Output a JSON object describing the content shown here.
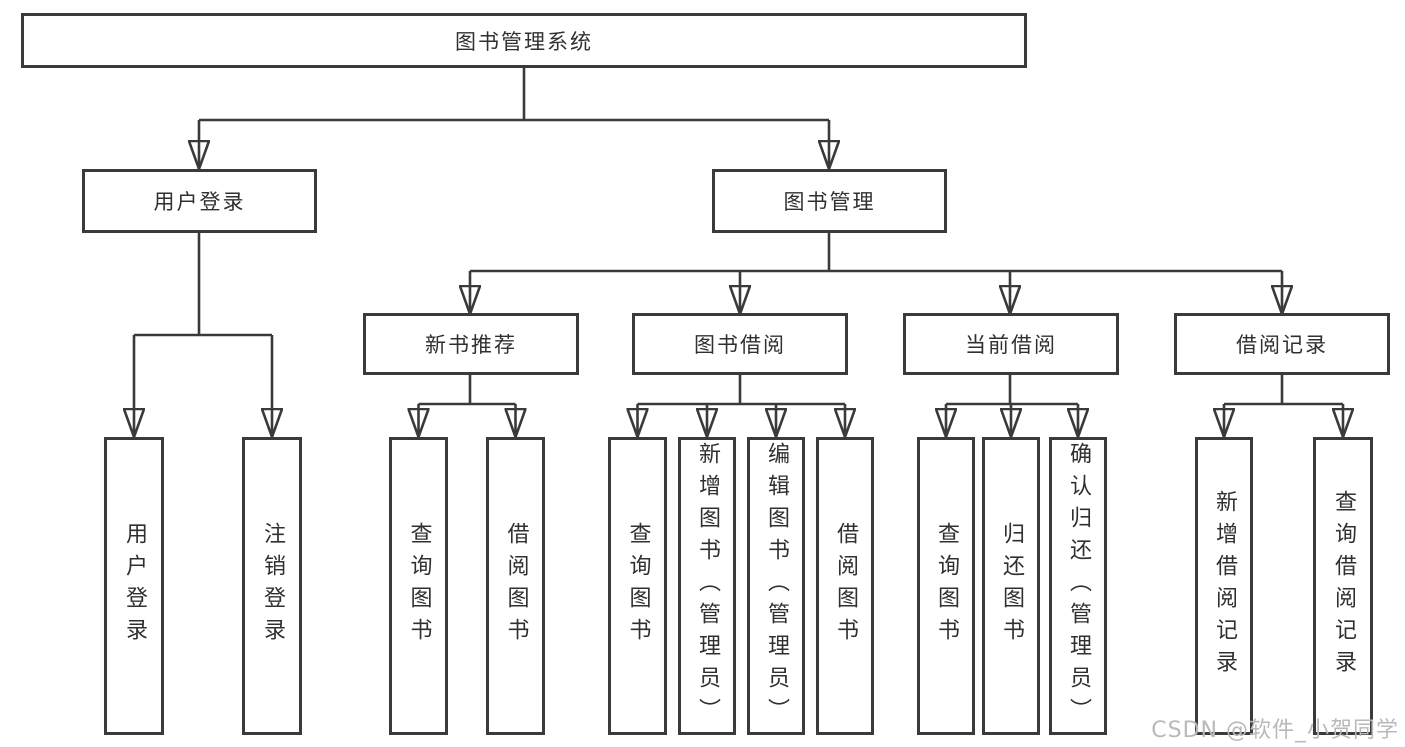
{
  "colors": {
    "line": "#3a3a3a",
    "text": "#303030",
    "box-bg": "#ffffff",
    "watermark": "#b9b9b9"
  },
  "watermark": "CSDN @软件_小贺同学",
  "tree": {
    "label": "图书管理系统",
    "children": [
      {
        "label": "用户登录",
        "children": [
          {
            "label": "用户登录"
          },
          {
            "label": "注销登录"
          }
        ]
      },
      {
        "label": "图书管理",
        "children": [
          {
            "label": "新书推荐",
            "children": [
              {
                "label": "查询图书"
              },
              {
                "label": "借阅图书"
              }
            ]
          },
          {
            "label": "图书借阅",
            "children": [
              {
                "label": "查询图书"
              },
              {
                "label": "新增图书（管理员）"
              },
              {
                "label": "编辑图书（管理员）"
              },
              {
                "label": "借阅图书"
              }
            ]
          },
          {
            "label": "当前借阅",
            "children": [
              {
                "label": "查询图书"
              },
              {
                "label": "归还图书"
              },
              {
                "label": "确认归还（管理员）"
              }
            ]
          },
          {
            "label": "借阅记录",
            "children": [
              {
                "label": "新增借阅记录"
              },
              {
                "label": "查询借阅记录"
              }
            ]
          }
        ]
      }
    ]
  }
}
